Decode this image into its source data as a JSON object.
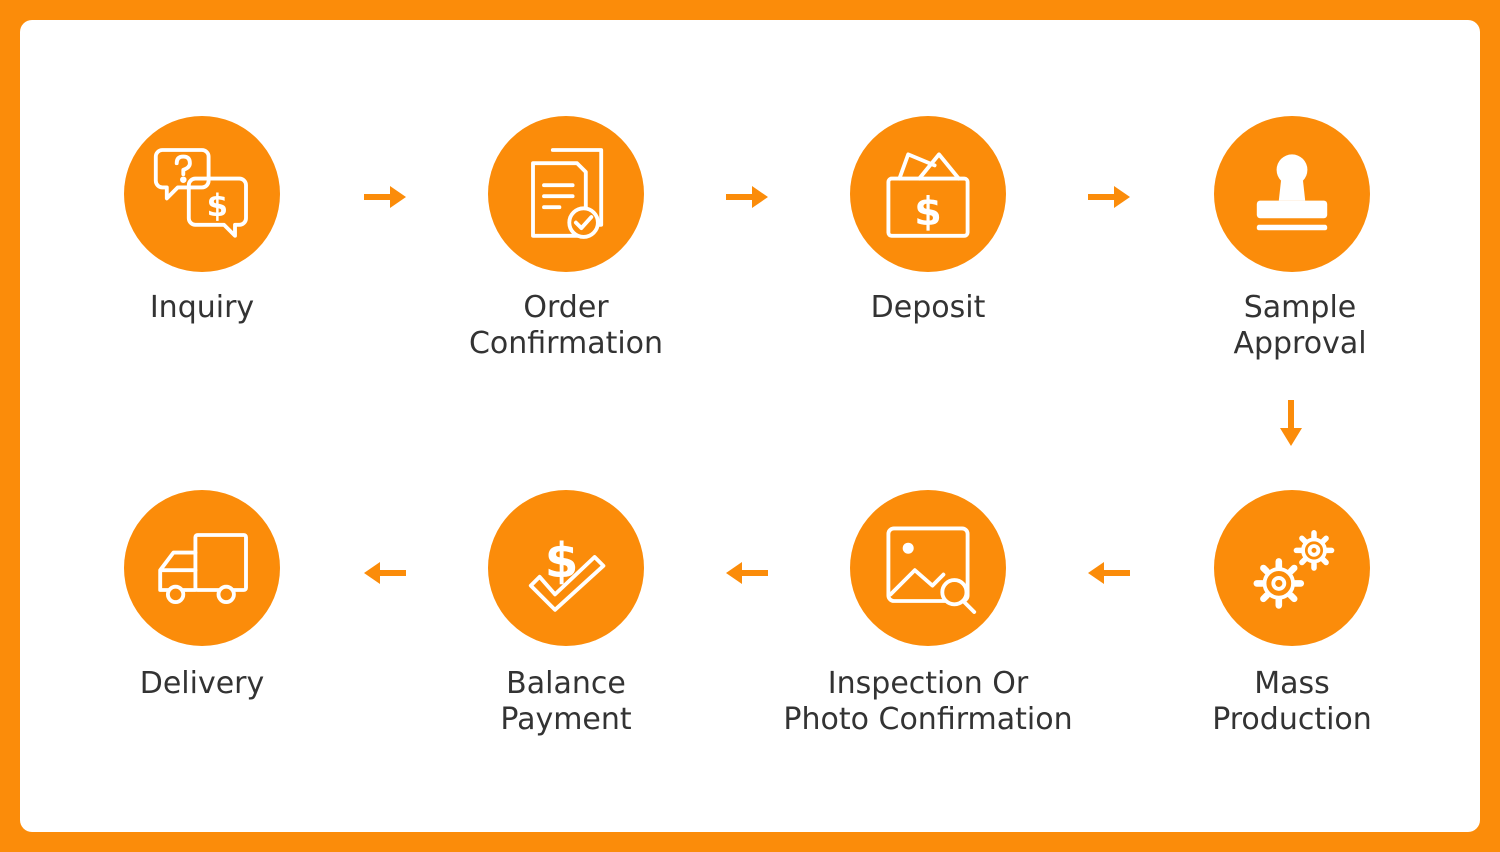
{
  "colors": {
    "accent": "#fb8c0a",
    "panel": "#ffffff",
    "text": "#333333"
  },
  "steps": [
    {
      "id": "inquiry",
      "line1": "Inquiry",
      "line2": "",
      "icon": "inquiry-chat-icon"
    },
    {
      "id": "order-confirmation",
      "line1": "Order",
      "line2": "Confirmation",
      "icon": "document-check-icon"
    },
    {
      "id": "deposit",
      "line1": "Deposit",
      "line2": "",
      "icon": "money-wallet-icon"
    },
    {
      "id": "sample-approval",
      "line1": "Sample",
      "line2": "Approval",
      "icon": "stamp-icon"
    },
    {
      "id": "mass-production",
      "line1": "Mass",
      "line2": "Production",
      "icon": "gears-icon"
    },
    {
      "id": "inspection",
      "line1": "Inspection Or",
      "line2": "Photo Confirmation",
      "icon": "image-search-icon"
    },
    {
      "id": "balance-payment",
      "line1": "Balance",
      "line2": "Payment",
      "icon": "dollar-check-icon"
    },
    {
      "id": "delivery",
      "line1": "Delivery",
      "line2": "",
      "icon": "truck-icon"
    }
  ],
  "arrows": [
    {
      "from": "inquiry",
      "to": "order-confirmation",
      "direction": "right"
    },
    {
      "from": "order-confirmation",
      "to": "deposit",
      "direction": "right"
    },
    {
      "from": "deposit",
      "to": "sample-approval",
      "direction": "right"
    },
    {
      "from": "sample-approval",
      "to": "mass-production",
      "direction": "down"
    },
    {
      "from": "mass-production",
      "to": "inspection",
      "direction": "left"
    },
    {
      "from": "inspection",
      "to": "balance-payment",
      "direction": "left"
    },
    {
      "from": "balance-payment",
      "to": "delivery",
      "direction": "left"
    }
  ]
}
